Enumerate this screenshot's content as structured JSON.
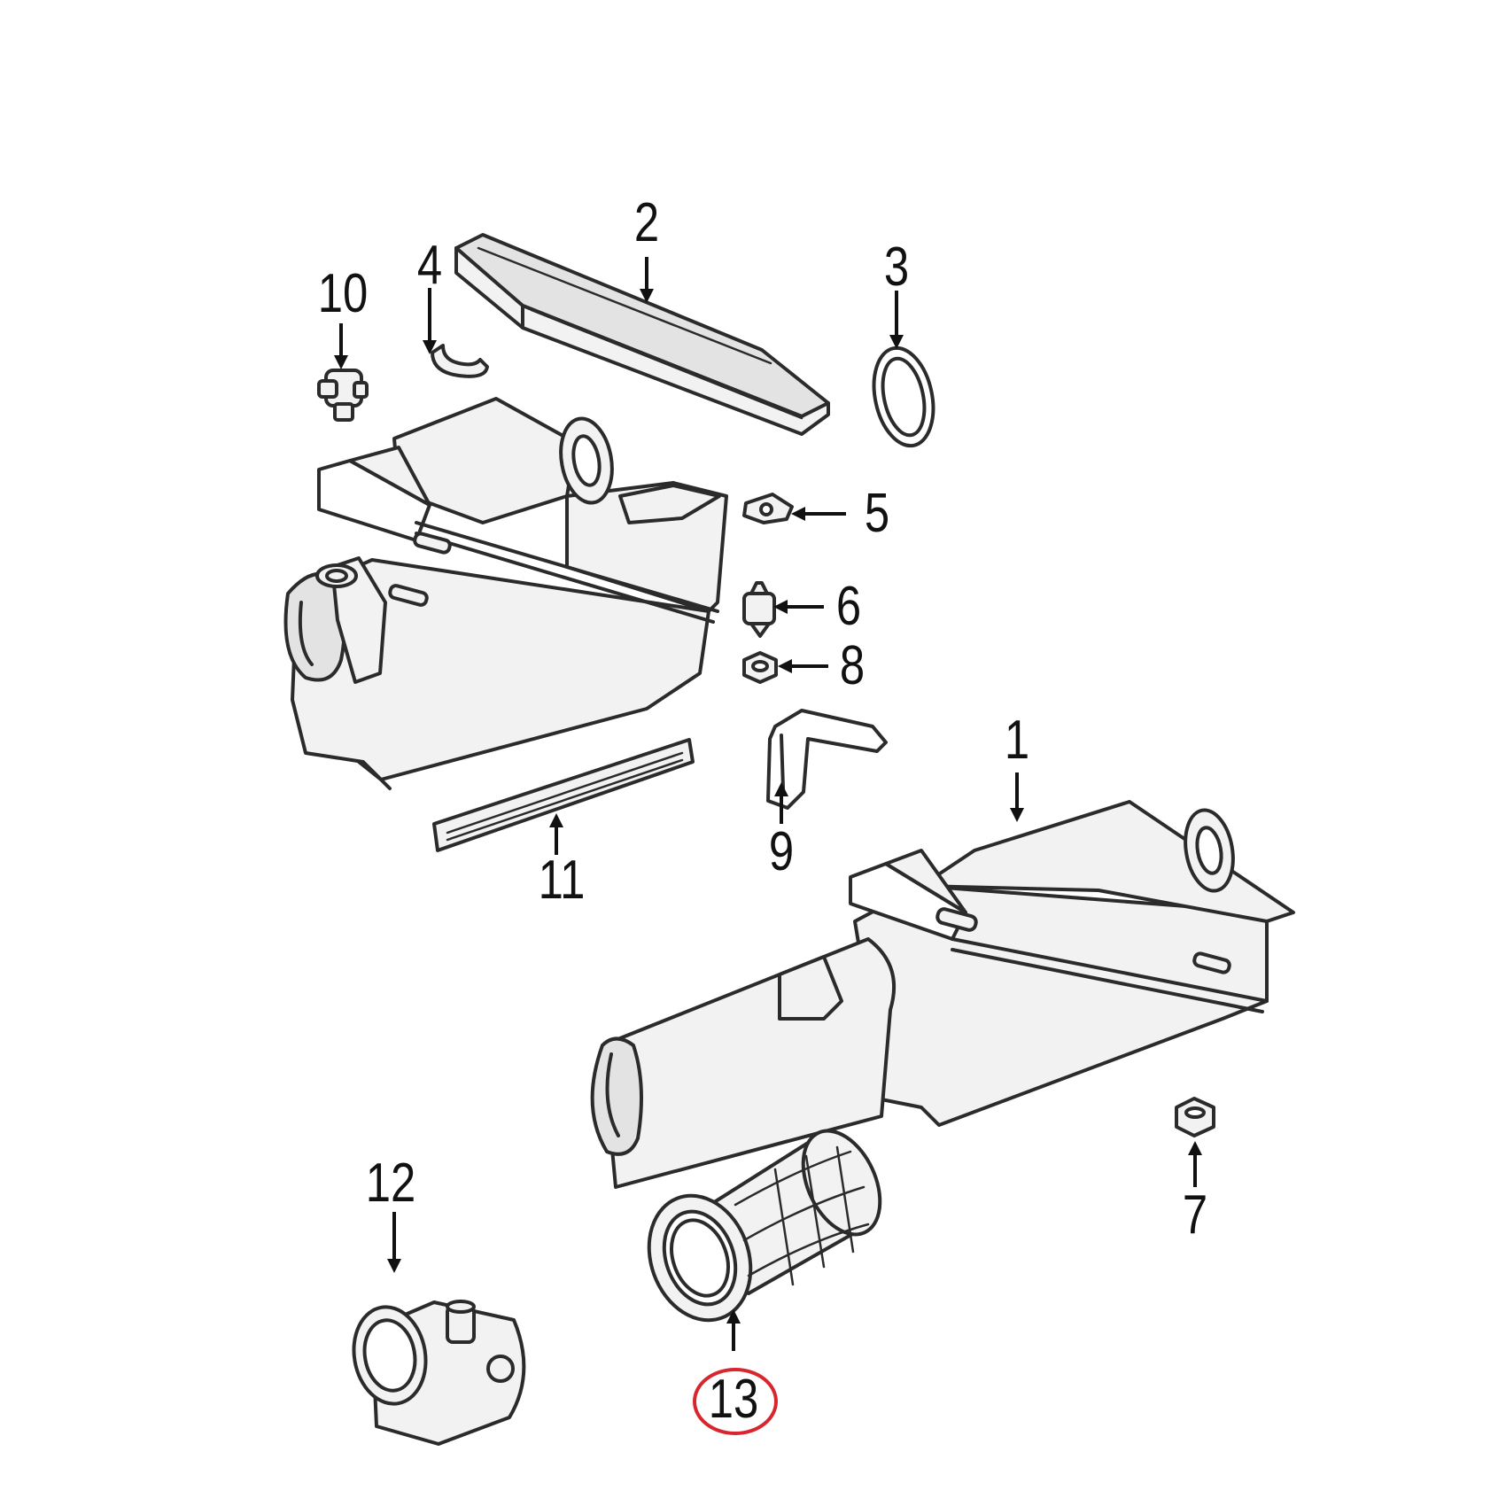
{
  "callouts": [
    {
      "id": "1",
      "label": "1"
    },
    {
      "id": "2",
      "label": "2"
    },
    {
      "id": "3",
      "label": "3"
    },
    {
      "id": "4",
      "label": "4"
    },
    {
      "id": "5",
      "label": "5"
    },
    {
      "id": "6",
      "label": "6"
    },
    {
      "id": "7",
      "label": "7"
    },
    {
      "id": "8",
      "label": "8"
    },
    {
      "id": "9",
      "label": "9"
    },
    {
      "id": "10",
      "label": "10"
    },
    {
      "id": "11",
      "label": "11"
    },
    {
      "id": "12",
      "label": "12"
    },
    {
      "id": "13",
      "label": "13"
    }
  ],
  "highlighted_callout": "13",
  "colors": {
    "line": "#2b2b2b",
    "highlight": "#d8262e",
    "background": "#ffffff"
  }
}
